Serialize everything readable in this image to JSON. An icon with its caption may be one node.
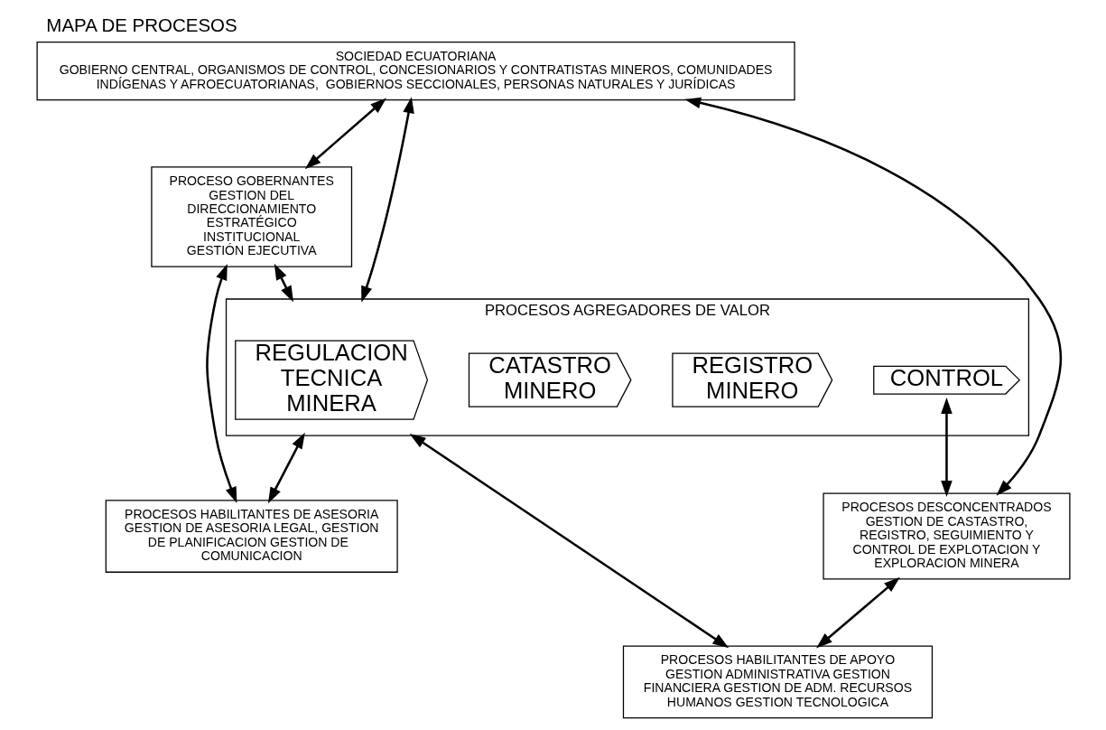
{
  "diagram": {
    "title": "MAPA DE PROCESOS",
    "nodes": [
      {
        "text": [
          "SOCIEDAD ECUATORIANA",
          "GOBIERNO CENTRAL, ORGANISMOS DE CONTROL, CONCESIONARIOS Y CONTRATISTAS MINEROS, COMUNIDADES INDÍGENAS Y AFROECUATORIANAS,  GOBIERNOS SECCIONALES, PERSONAS NATURALES Y JURÍDICAS"
        ]
      },
      {
        "text": [
          "PROCESO GOBERNANTES",
          "GESTION DEL DIRECCIONAMIENTO ESTRATÉGICO INSTITUCIONAL",
          "GESTIÓN EJECUTIVA"
        ]
      },
      {
        "text": [
          "PROCESOS AGREGADORES DE VALOR"
        ]
      },
      {
        "text": [
          "REGULACION TECNICA MINERA"
        ],
        "in": 2
      },
      {
        "text": [
          "CATASTRO MINERO"
        ],
        "in": 2
      },
      {
        "text": [
          "REGISTRO MINERO"
        ],
        "in": 2
      },
      {
        "text": [
          "CONTROL"
        ],
        "in": 2
      },
      {
        "text": [
          "PROCESOS DESCONCENTRADOS",
          "GESTION DE CASTASTRO, REGISTRO, SEGUIMIENTO Y CONTROL DE EXPLOTACION Y EXPLORACION MINERA"
        ]
      },
      {
        "text": [
          "PROCESOS HABILITANTES DE ASESORIA",
          "GESTION DE ASESORIA LEGAL, GESTION DE PLANIFICACION GESTION DE  COMUNICACION"
        ]
      },
      {
        "text": [
          "PROCESOS HABILITANTES DE APOYO",
          "GESTION ADMINISTRATIVA GESTION FINANCIERA GESTION DE ADM. RECURSOS HUMANOS GESTION TECNOLOGICA"
        ]
      }
    ],
    "edges": [
      {
        "from": 0,
        "to": 1,
        "arrow": "both"
      },
      {
        "from": 0,
        "to": 2,
        "arrow": "both"
      },
      {
        "from": 0,
        "to": 7,
        "arrow": "both"
      },
      {
        "from": 1,
        "to": 2,
        "arrow": "both"
      },
      {
        "from": 1,
        "to": 8,
        "arrow": "both"
      },
      {
        "from": 2,
        "to": 8,
        "arrow": "both"
      },
      {
        "from": 2,
        "to": 9,
        "arrow": "both"
      },
      {
        "from": 6,
        "to": 7,
        "arrow": "both"
      },
      {
        "from": 7,
        "to": 9,
        "arrow": "both"
      }
    ]
  }
}
